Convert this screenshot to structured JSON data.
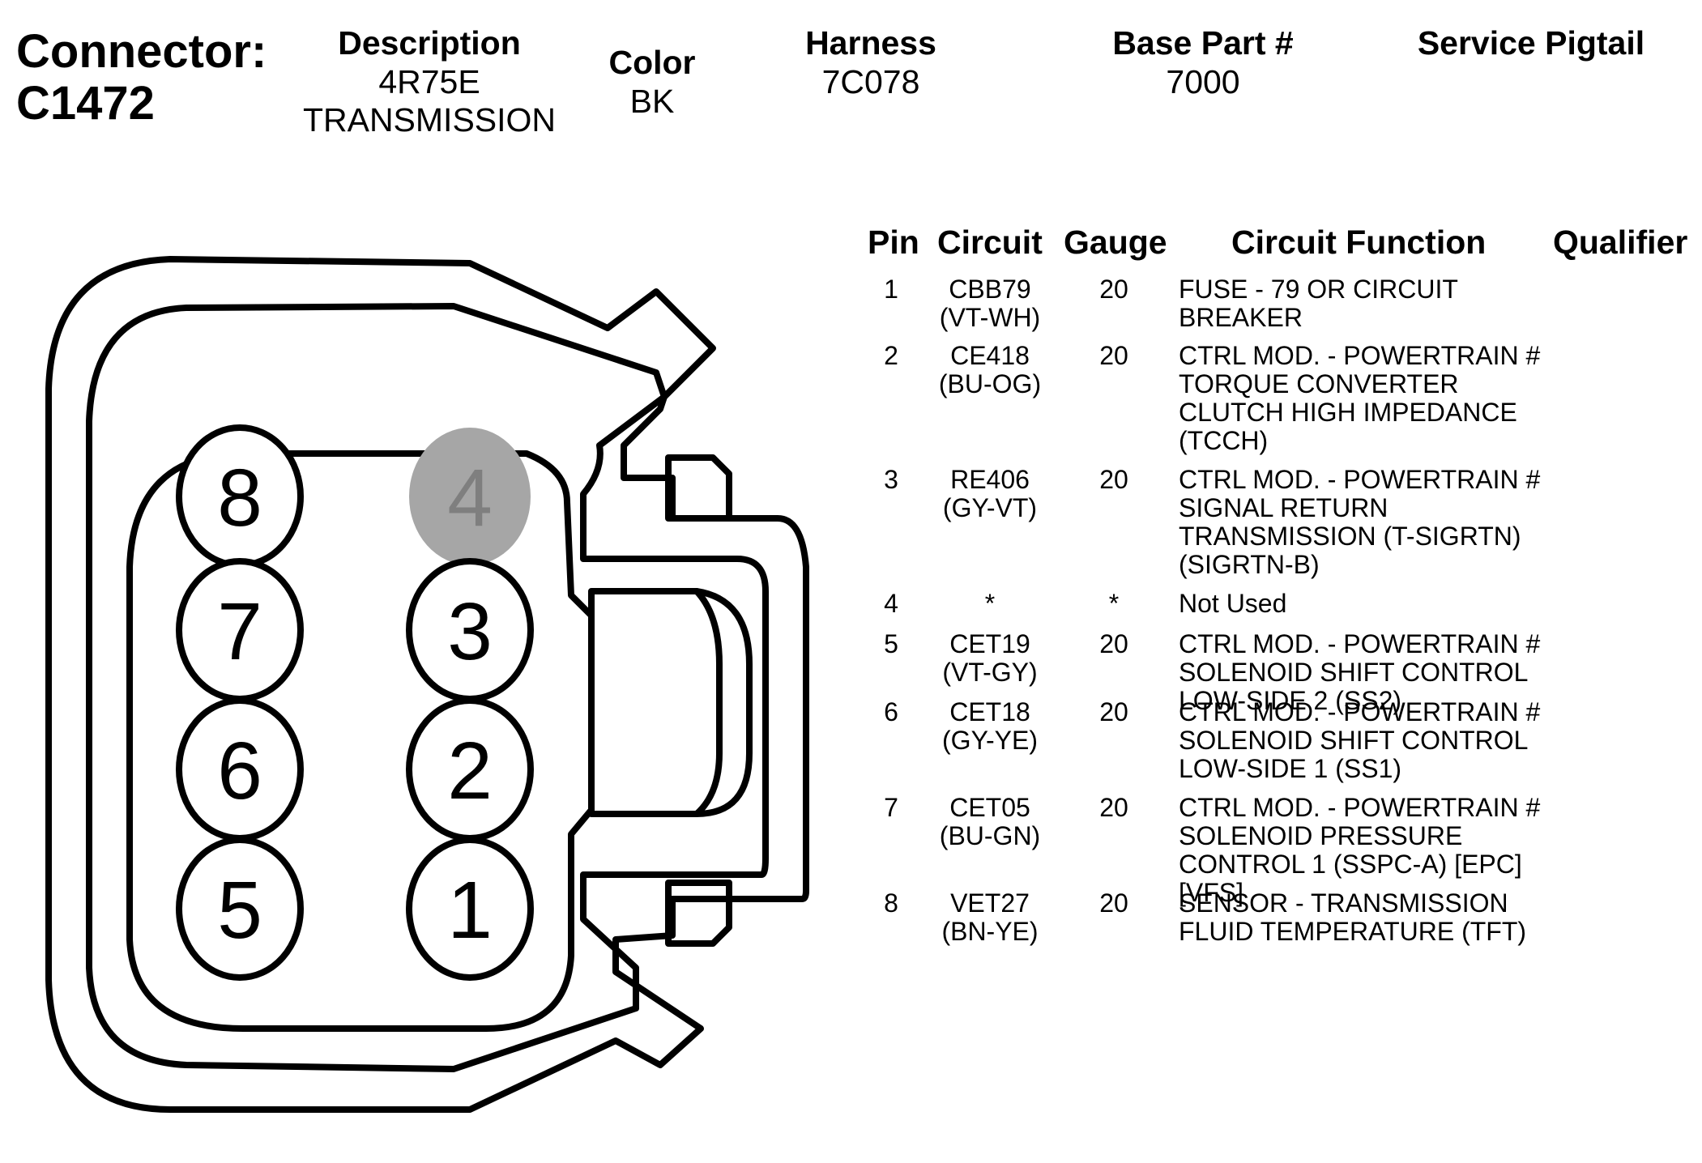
{
  "connector": {
    "label": "Connector:",
    "id": "C1472"
  },
  "header": {
    "description_label": "Description",
    "description_lines": [
      "4R75E",
      "TRANSMISSION"
    ],
    "color_label": "Color",
    "color_value": "BK",
    "harness_label": "Harness",
    "harness_value": "7C078",
    "base_part_label": "Base Part #",
    "base_part_value": "7000",
    "service_pigtail_label": "Service Pigtail",
    "service_pigtail_value": ""
  },
  "table": {
    "headers": {
      "pin": "Pin",
      "circuit": "Circuit",
      "gauge": "Gauge",
      "function": "Circuit Function",
      "qualifier": "Qualifier"
    },
    "rows": [
      {
        "pin": "1",
        "circuit": "CBB79",
        "wire_color": "(VT-WH)",
        "gauge": "20",
        "function": [
          "FUSE - 79 OR CIRCUIT",
          "BREAKER"
        ]
      },
      {
        "pin": "2",
        "circuit": "CE418",
        "wire_color": "(BU-OG)",
        "gauge": "20",
        "function": [
          "CTRL MOD. - POWERTRAIN #",
          "TORQUE CONVERTER",
          "CLUTCH HIGH IMPEDANCE",
          "(TCCH)"
        ]
      },
      {
        "pin": "3",
        "circuit": "RE406",
        "wire_color": "(GY-VT)",
        "gauge": "20",
        "function": [
          "CTRL MOD. - POWERTRAIN #",
          "SIGNAL RETURN",
          "TRANSMISSION (T-SIGRTN)",
          "(SIGRTN-B)"
        ]
      },
      {
        "pin": "4",
        "circuit": "*",
        "wire_color": "",
        "gauge": "*",
        "function": [
          "Not Used"
        ]
      },
      {
        "pin": "5",
        "circuit": "CET19",
        "wire_color": "(VT-GY)",
        "gauge": "20",
        "function": [
          "CTRL MOD. - POWERTRAIN #",
          "SOLENOID SHIFT CONTROL",
          "LOW-SIDE 2 (SS2)"
        ]
      },
      {
        "pin": "6",
        "circuit": "CET18",
        "wire_color": "(GY-YE)",
        "gauge": "20",
        "function": [
          "CTRL MOD. - POWERTRAIN #",
          "SOLENOID SHIFT CONTROL",
          "LOW-SIDE 1 (SS1)"
        ]
      },
      {
        "pin": "7",
        "circuit": "CET05",
        "wire_color": "(BU-GN)",
        "gauge": "20",
        "function": [
          "CTRL MOD. - POWERTRAIN #",
          "SOLENOID PRESSURE",
          "CONTROL 1 (SSPC-A) [EPC]",
          "[VFS]"
        ]
      },
      {
        "pin": "8",
        "circuit": "VET27",
        "wire_color": "(BN-YE)",
        "gauge": "20",
        "function": [
          "SENSOR - TRANSMISSION",
          "FLUID TEMPERATURE (TFT)"
        ]
      }
    ]
  },
  "diagram": {
    "pins": [
      "8",
      "7",
      "6",
      "5",
      "4",
      "3",
      "2",
      "1"
    ],
    "unused_pin": "4",
    "colors": {
      "outline": "#000000",
      "unused_fill": "#a6a6a6",
      "unused_text": "#7f7f7f"
    }
  }
}
